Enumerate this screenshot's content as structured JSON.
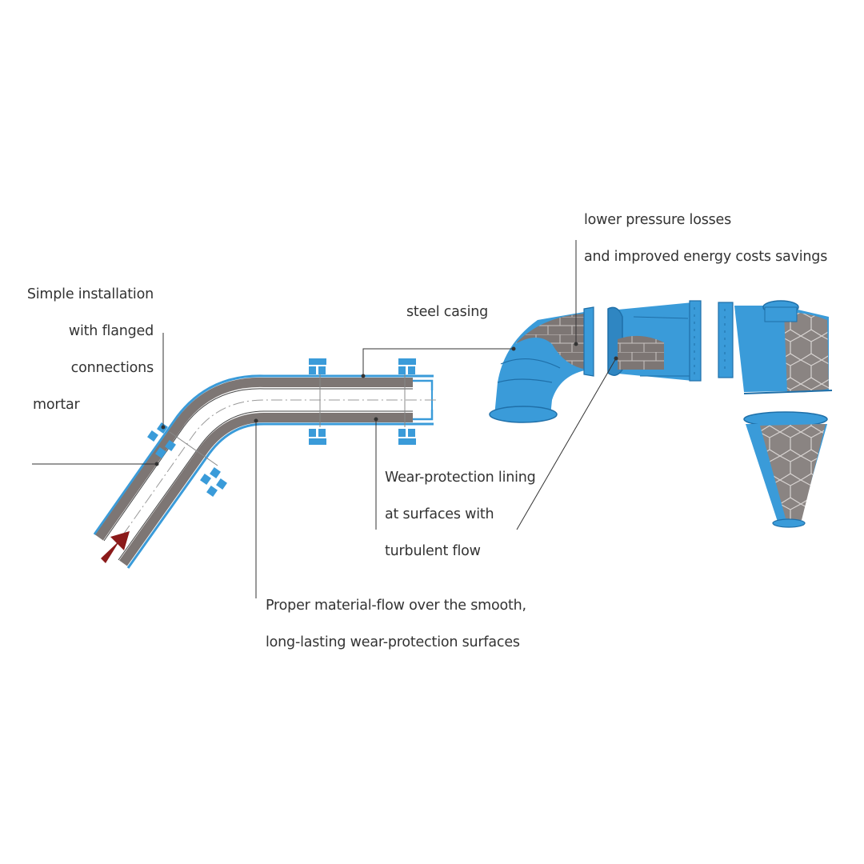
{
  "labels": {
    "installation_1": "Simple installation",
    "installation_2": "with flanged",
    "installation_3": "connections",
    "mortar": "mortar",
    "steel_casing": "steel casing",
    "pressure_1": "lower pressure losses",
    "pressure_2": "and improved energy costs savings",
    "wear_1": "Wear-protection lining",
    "wear_2": "at surfaces with",
    "wear_3": "turbulent flow",
    "flow_1": "Proper material-flow over the smooth,",
    "flow_2": "long-lasting wear-protection surfaces"
  },
  "colors": {
    "steel_blue": "#3a9bd9",
    "steel_blue_dark": "#1f6fa8",
    "lining_gray": "#7d7674",
    "lining_dark": "#5d5755",
    "tile_gray": "#8a8482",
    "flow_arrow": "#8b1a1a",
    "leader_line": "#333333",
    "text": "#333333"
  }
}
